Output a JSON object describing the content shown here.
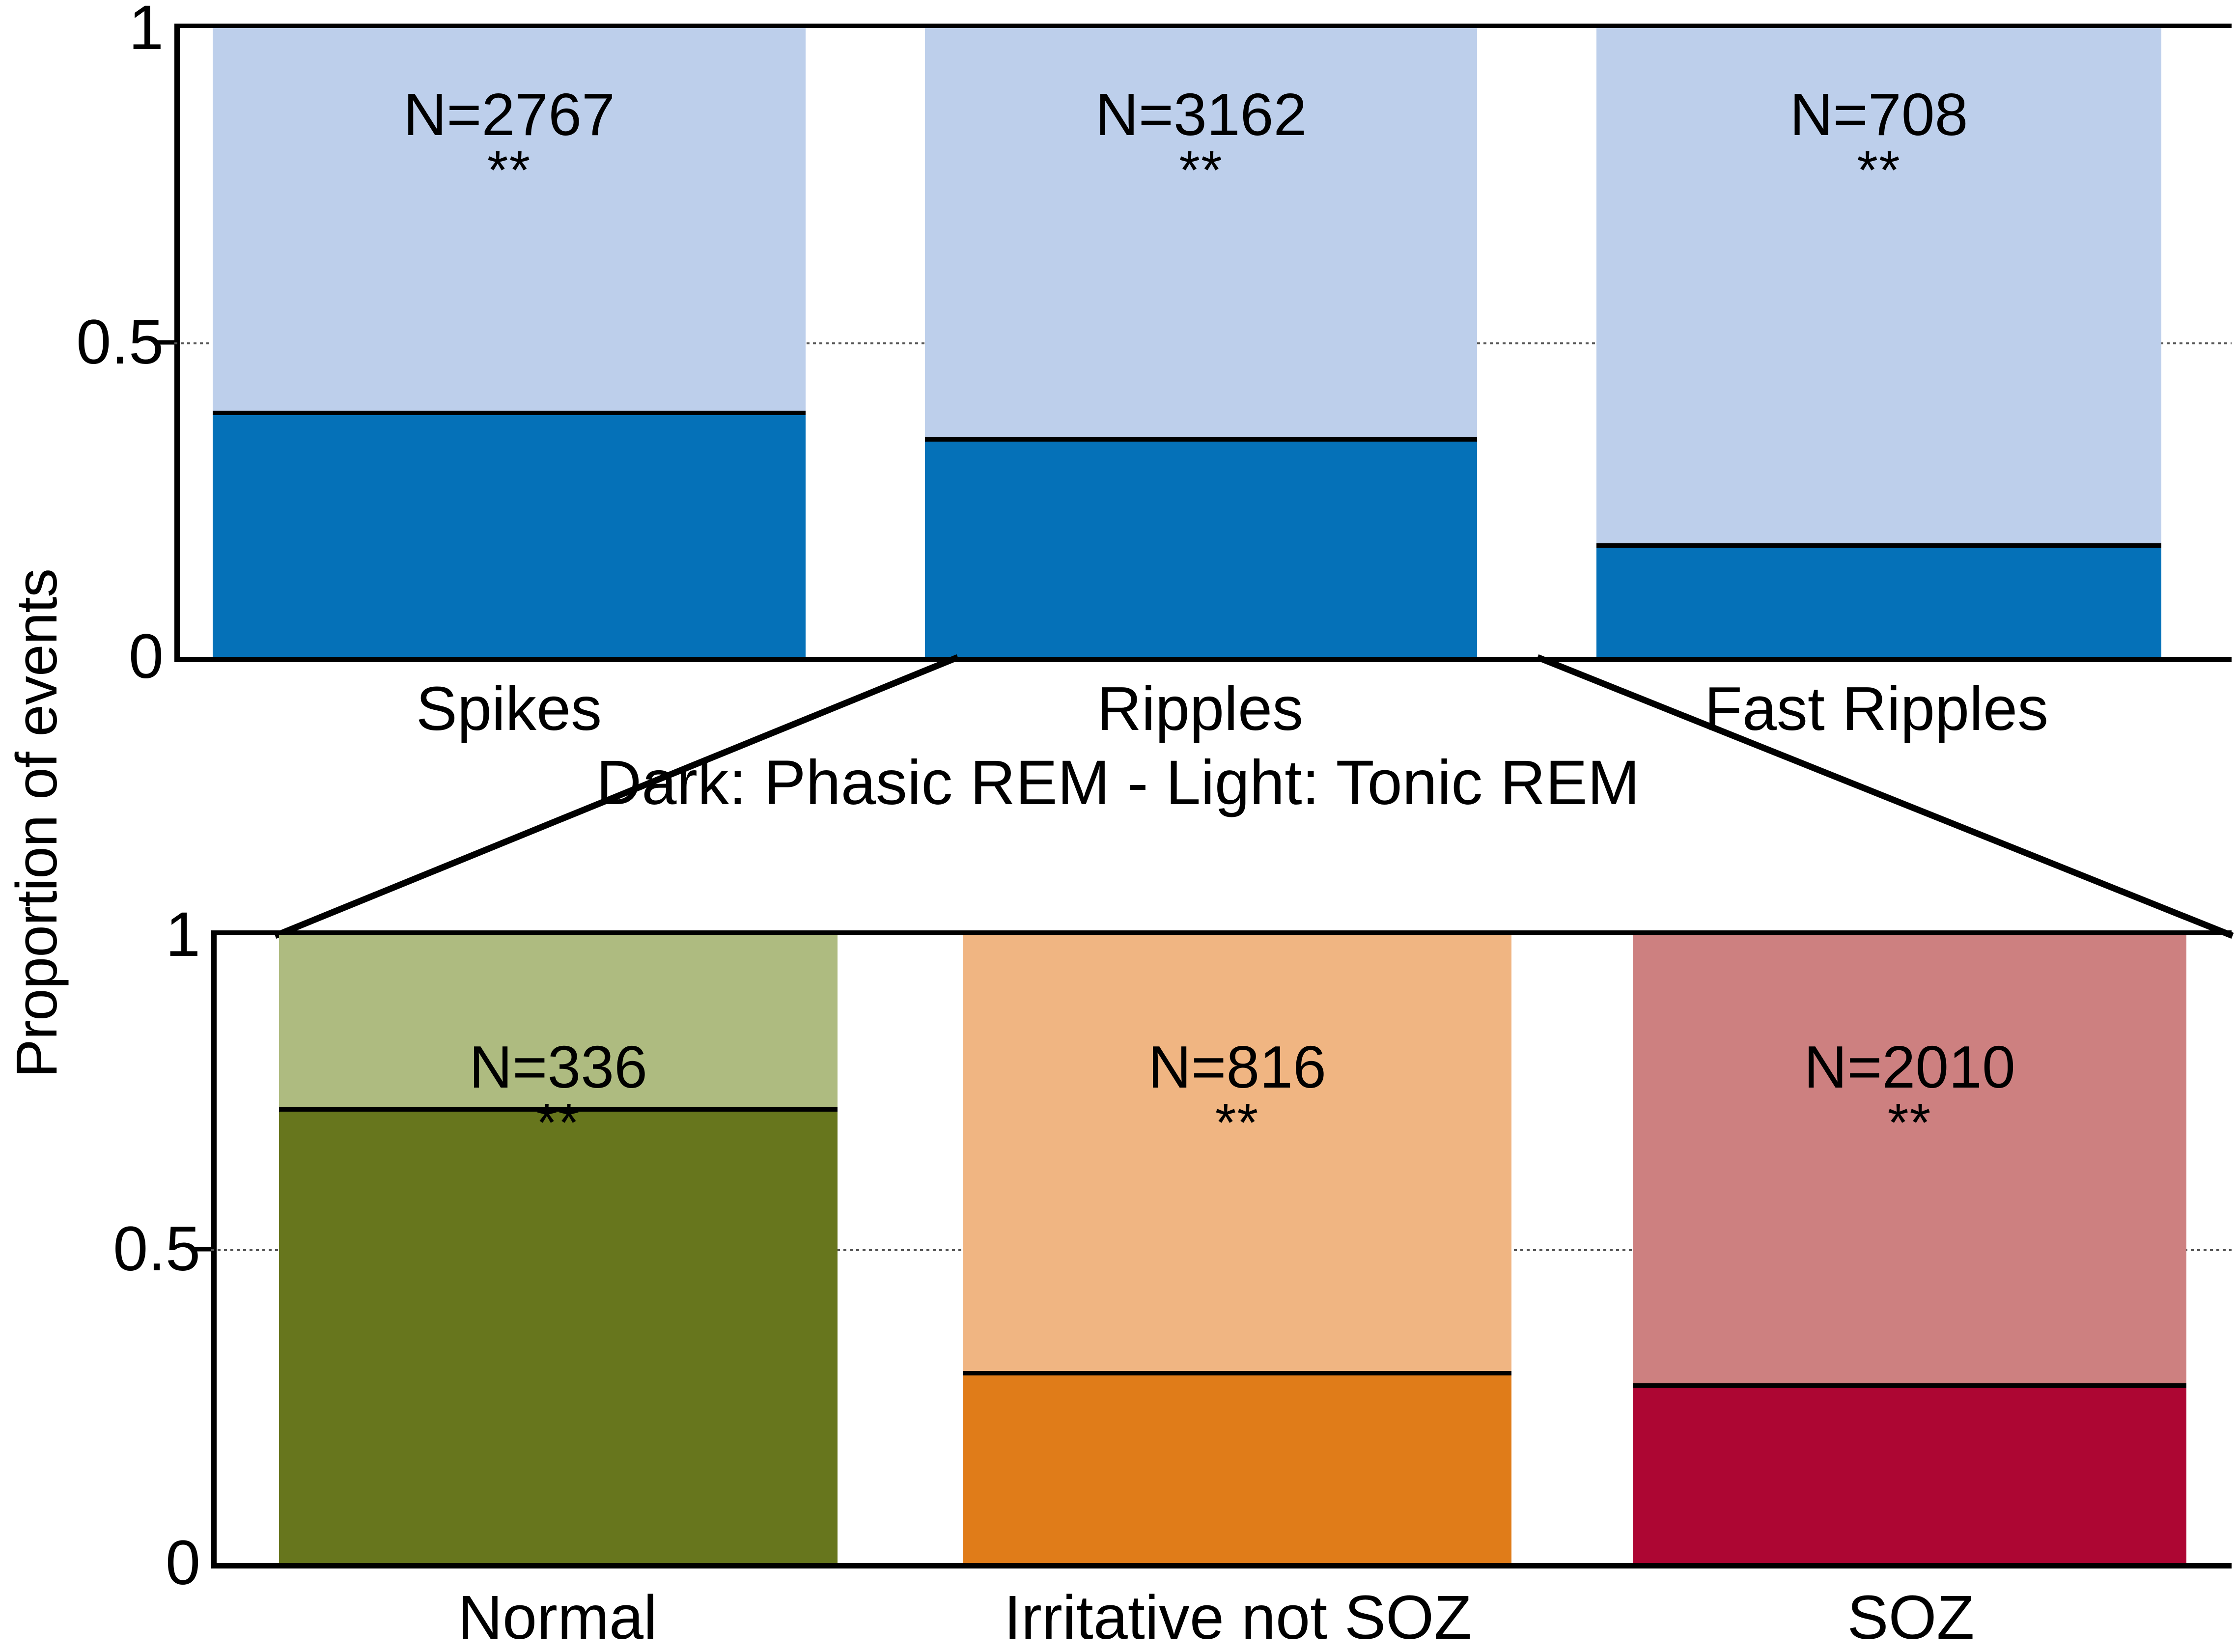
{
  "figure": {
    "ylabel": "Proportion of events",
    "legend_note": "Dark: Phasic REM - Light: Tonic REM",
    "significance_marker": "**",
    "colors": {
      "blue_light": "#bdcfeb",
      "blue_dark": "#0571b8",
      "green_light": "#aebb80",
      "green_dark": "#67761d",
      "orange_light": "#f0b582",
      "orange_dark": "#e07c19",
      "red_light": "#cd8080",
      "red_dark": "#ad0633",
      "axis": "#000000",
      "grid": "#555555",
      "background": "#ffffff"
    }
  },
  "chart_data": [
    {
      "type": "bar",
      "id": "top-panel",
      "stacked": true,
      "title": "",
      "xlabel": "",
      "ylabel": "Proportion of events",
      "ylim": [
        0,
        1
      ],
      "yticks": [
        "0",
        "0.5",
        "1"
      ],
      "ytick_values": [
        0,
        0.5,
        1
      ],
      "grid": true,
      "gridline_at": 0.5,
      "categories": [
        "Spikes",
        "Ripples",
        "Fast Ripples"
      ],
      "counts": [
        "N=2767",
        "N=3162",
        "N=708"
      ],
      "count_values": [
        2767,
        3162,
        708
      ],
      "significance": [
        "**",
        "**",
        "**"
      ],
      "series": [
        {
          "name": "Phasic REM (dark)",
          "color": "#0571b8",
          "values": [
            0.39,
            0.347,
            0.176
          ]
        },
        {
          "name": "Tonic REM (light)",
          "color": "#bdcfeb",
          "values": [
            0.61,
            0.653,
            0.824
          ]
        }
      ]
    },
    {
      "type": "bar",
      "id": "bottom-panel",
      "stacked": true,
      "title": "",
      "xlabel": "",
      "ylabel": "Proportion of events",
      "ylim": [
        0,
        1
      ],
      "yticks": [
        "0",
        "0.5",
        "1"
      ],
      "ytick_values": [
        0,
        0.5,
        1
      ],
      "grid": true,
      "gridline_at": 0.5,
      "categories": [
        "Normal",
        "Irritative not SOZ",
        "SOZ"
      ],
      "counts": [
        "N=336",
        "N=816",
        "N=2010"
      ],
      "count_values": [
        336,
        816,
        2010
      ],
      "significance": [
        "**",
        "**",
        "**"
      ],
      "series": [
        {
          "name": "Phasic REM (dark)",
          "color": "#67761d",
          "values": [
            0.729,
            0.303,
            0.283
          ]
        },
        {
          "name": "Tonic REM (light)",
          "color": "#aebb80",
          "values": [
            0.271,
            0.697,
            0.717
          ]
        }
      ],
      "bar_colors_dark": [
        "#67761d",
        "#e07c19",
        "#ad0633"
      ],
      "bar_colors_light": [
        "#aebb80",
        "#f0b582",
        "#cd8080"
      ]
    }
  ],
  "top": {
    "yticks": [
      {
        "label": "1",
        "value": 1
      },
      {
        "label": "0.5",
        "value": 0.5
      },
      {
        "label": "0",
        "value": 0
      }
    ],
    "bars": [
      {
        "label": "Spikes",
        "count": "N=2767",
        "stars": "**",
        "dark": 0.39
      },
      {
        "label": "Ripples",
        "count": "N=3162",
        "stars": "**",
        "dark": 0.347
      },
      {
        "label": "Fast Ripples",
        "count": "N=708",
        "stars": "**",
        "dark": 0.176
      }
    ]
  },
  "bottom": {
    "yticks": [
      {
        "label": "1",
        "value": 1
      },
      {
        "label": "0.5",
        "value": 0.5
      },
      {
        "label": "0",
        "value": 0
      }
    ],
    "bars": [
      {
        "label": "Normal",
        "count": "N=336",
        "stars": "**",
        "dark": 0.729
      },
      {
        "label": "Irritative not SOZ",
        "count": "N=816",
        "stars": "**",
        "dark": 0.303
      },
      {
        "label": "SOZ",
        "count": "N=2010",
        "stars": "**",
        "dark": 0.283
      }
    ]
  }
}
